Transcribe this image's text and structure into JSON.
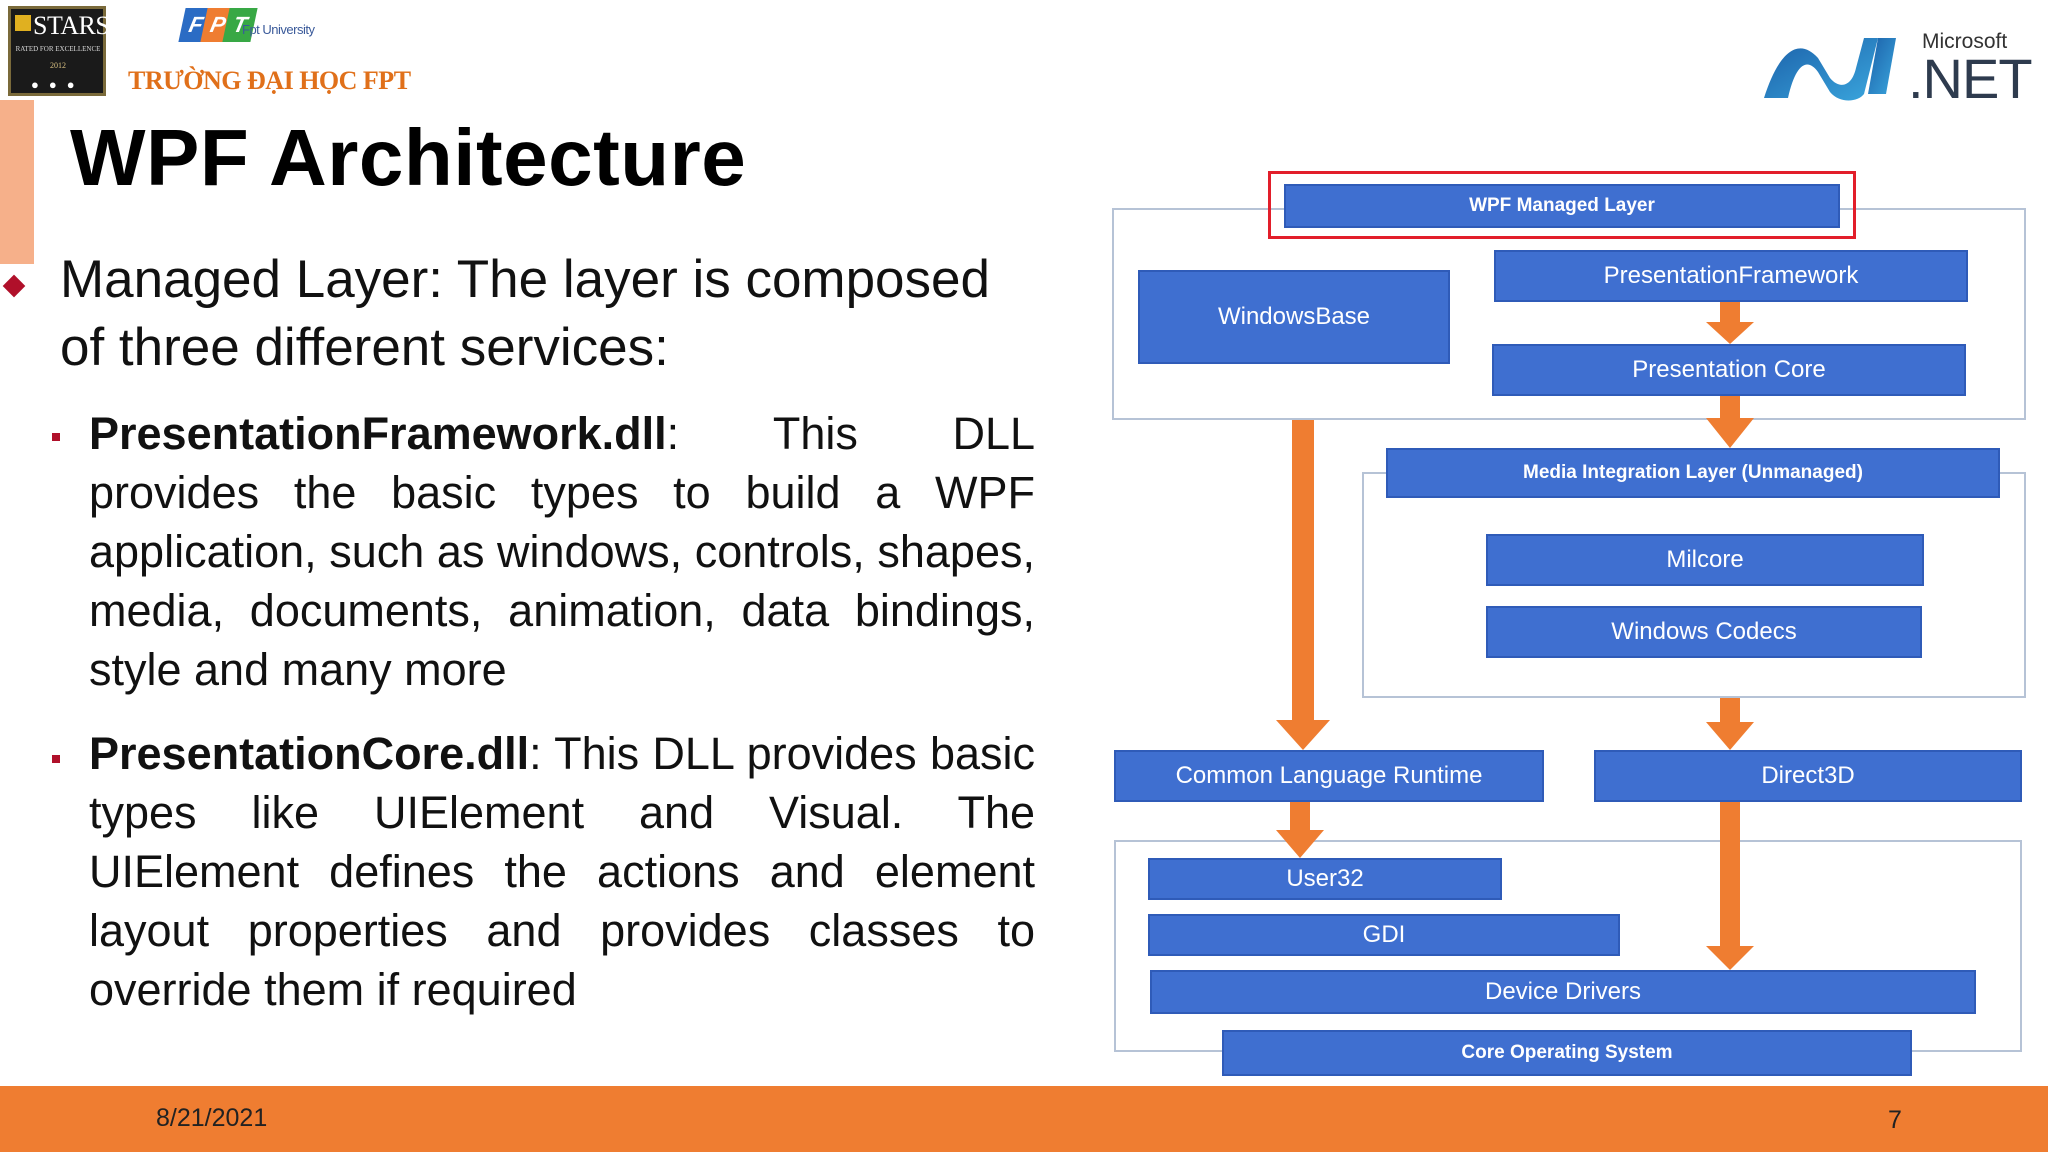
{
  "logos": {
    "stars": {
      "title": "STARS",
      "subtitle": "RATED FOR EXCELLENCE",
      "year": "2012"
    },
    "fpt": {
      "letters": [
        "F",
        "P",
        "T"
      ],
      "sub": "Fpt University",
      "name": "TRƯỜNG ĐẠI HỌC FPT"
    },
    "microsoft": {
      "brand": "Microsoft",
      "product": ".NET"
    }
  },
  "slide": {
    "title": "WPF Architecture",
    "lead": "Managed Layer: The layer is composed of three different services:",
    "items": [
      {
        "term": "PresentationFramework.dll",
        "text": ": This DLL provides the basic types to build a WPF application, such as windows, controls, shapes, media, documents, animation, data bindings, style and many more"
      },
      {
        "term": "PresentationCore.dll",
        "text": ": This DLL provides basic types like UIElement and Visual. The UIElement defines the actions and element layout properties and provides classes to override them if required"
      }
    ]
  },
  "diagram": {
    "wpf_managed_layer": "WPF Managed Layer",
    "windows_base": "WindowsBase",
    "presentation_framework": "PresentationFramework",
    "presentation_core": "Presentation Core",
    "media_integration_layer": "Media Integration Layer (Unmanaged)",
    "milcore": "Milcore",
    "windows_codecs": "Windows Codecs",
    "clr": "Common Language Runtime",
    "direct3d": "Direct3D",
    "user32": "User32",
    "gdi": "GDI",
    "device_drivers": "Device Drivers",
    "core_os": "Core Operating System",
    "colors": {
      "block": "#3f6fd0",
      "arrow": "#ef7d31",
      "highlight": "#e21e2a"
    }
  },
  "footer": {
    "date": "8/21/2021",
    "page": "7"
  }
}
